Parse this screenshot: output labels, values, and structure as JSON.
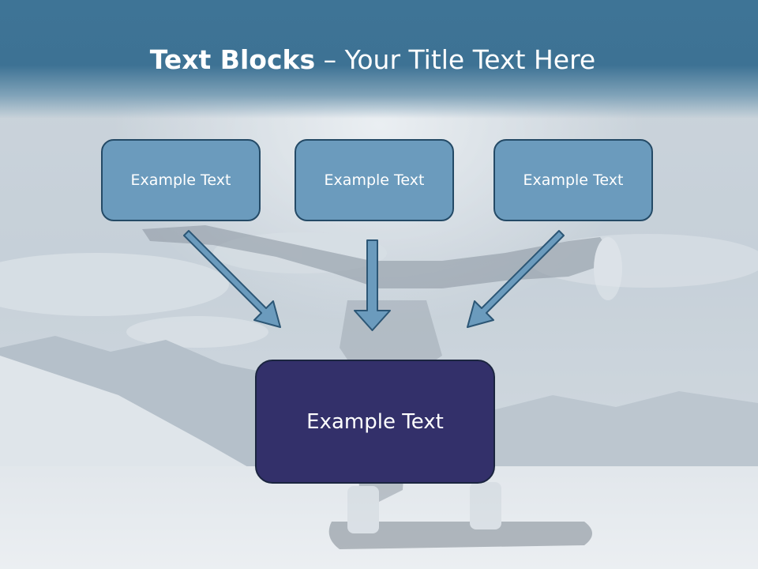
{
  "slide": {
    "title_bold": "Text Blocks",
    "title_separator": " – ",
    "title_rest": "Your Title Text Here"
  },
  "blocks": {
    "top": [
      {
        "label": "Example Text"
      },
      {
        "label": "Example Text"
      },
      {
        "label": "Example Text"
      }
    ],
    "main": {
      "label": "Example Text"
    }
  },
  "colors": {
    "header": "#3d7294",
    "top_box_fill": "#6b9bbd",
    "top_box_border": "#244a66",
    "main_box_fill": "#33306a",
    "arrow_fill": "#6b9bbd",
    "arrow_stroke": "#2c5675"
  },
  "background_image": "snowboarder-mountain-photo"
}
